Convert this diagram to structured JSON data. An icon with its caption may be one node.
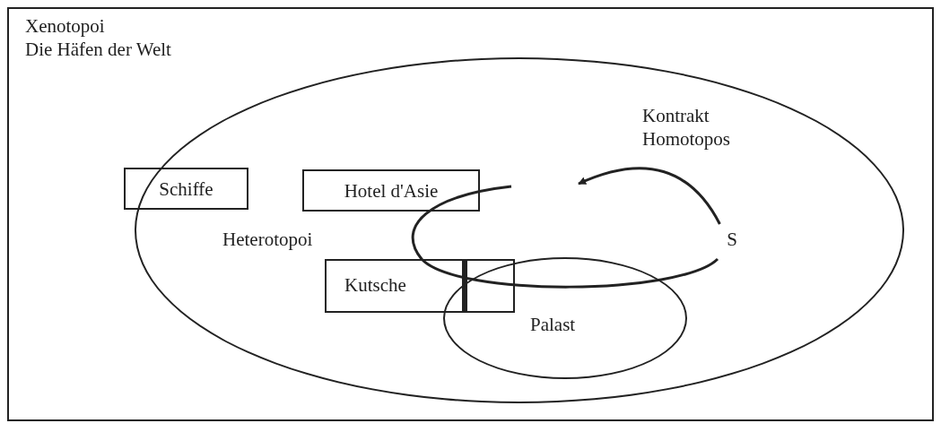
{
  "diagram": {
    "nodes": [
      {
        "text": [
          "Xenotopoi",
          "Die Häfen der Welt"
        ]
      },
      {
        "text": [
          "Heterotopoi"
        ],
        "in": 0
      },
      {
        "text": [
          "Schiffe"
        ],
        "in": 0
      },
      {
        "text": [
          "Hotel d'Asie"
        ],
        "in": 1
      },
      {
        "text": [
          "Kutsche"
        ],
        "in": 1
      },
      {
        "text": [
          "Palast"
        ],
        "in": 1
      },
      {
        "text": [
          "S"
        ],
        "in": 1
      }
    ],
    "edges": [
      {
        "from": 6,
        "to": null,
        "arrow": "to"
      },
      {
        "from": 6,
        "to": null,
        "arrow": "none"
      }
    ],
    "labels": [
      "Kontrakt Homotopos"
    ]
  }
}
